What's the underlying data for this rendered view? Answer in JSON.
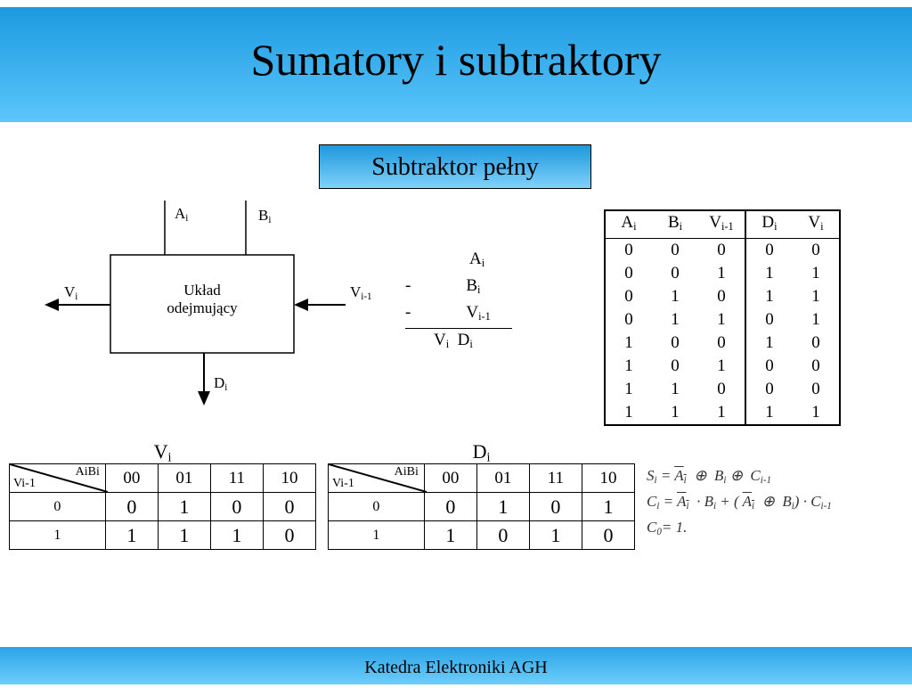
{
  "title": "Sumatory i subtraktory",
  "subtitle": "Subtraktor pełny",
  "footer": "Katedra Elektroniki AGH",
  "block": {
    "line1": "Układ",
    "line2": "odejmujący",
    "in_a": {
      "b": "A",
      "s": "i"
    },
    "in_b": {
      "b": "B",
      "s": "i"
    },
    "in_v": {
      "b": "V",
      "s": "i-1"
    },
    "out_v": {
      "b": "V",
      "s": "i"
    },
    "out_d": {
      "b": "D",
      "s": "i"
    }
  },
  "subtraction": {
    "minus": "-",
    "a": {
      "b": "A",
      "s": "i"
    },
    "b": {
      "b": "B",
      "s": "i"
    },
    "v": {
      "b": "V",
      "s": "i-1"
    },
    "rv": {
      "b": "V",
      "s": "i"
    },
    "rd": {
      "b": "D",
      "s": "i"
    }
  },
  "truth_table": {
    "headers": [
      {
        "b": "A",
        "s": "i"
      },
      {
        "b": "B",
        "s": "i"
      },
      {
        "b": "V",
        "s": "i-1"
      },
      {
        "b": "D",
        "s": "i"
      },
      {
        "b": "V",
        "s": "i"
      }
    ],
    "rows": [
      [
        "0",
        "0",
        "0",
        "0",
        "0"
      ],
      [
        "0",
        "0",
        "1",
        "1",
        "1"
      ],
      [
        "0",
        "1",
        "0",
        "1",
        "1"
      ],
      [
        "0",
        "1",
        "1",
        "0",
        "1"
      ],
      [
        "1",
        "0",
        "0",
        "1",
        "0"
      ],
      [
        "1",
        "0",
        "1",
        "0",
        "0"
      ],
      [
        "1",
        "1",
        "0",
        "0",
        "0"
      ],
      [
        "1",
        "1",
        "1",
        "1",
        "1"
      ]
    ]
  },
  "kmaps": [
    {
      "title": {
        "b": "V",
        "s": "i"
      },
      "col_var": "AiBi",
      "row_var": "Vi-1",
      "cols": [
        "00",
        "01",
        "11",
        "10"
      ],
      "rows": [
        {
          "h": "0",
          "v": [
            "0",
            "1",
            "0",
            "0"
          ]
        },
        {
          "h": "1",
          "v": [
            "1",
            "1",
            "1",
            "0"
          ]
        }
      ]
    },
    {
      "title": {
        "b": "D",
        "s": "i"
      },
      "col_var": "AiBi",
      "row_var": "Vi-1",
      "cols": [
        "00",
        "01",
        "11",
        "10"
      ],
      "rows": [
        {
          "h": "0",
          "v": [
            "0",
            "1",
            "0",
            "1"
          ]
        },
        {
          "h": "1",
          "v": [
            "1",
            "0",
            "1",
            "0"
          ]
        }
      ]
    }
  ],
  "equations": [
    [
      {
        "t": "S"
      },
      {
        "s": "i"
      },
      {
        "t": " = "
      },
      {
        "o": "A",
        "os": "i"
      },
      {
        "t": "  ⊕  B"
      },
      {
        "s": "i"
      },
      {
        "t": " ⊕  C"
      },
      {
        "s": "i-1"
      }
    ],
    [
      {
        "t": "C"
      },
      {
        "s": "i"
      },
      {
        "t": " = "
      },
      {
        "o": "A",
        "os": "i"
      },
      {
        "t": "  · B"
      },
      {
        "s": "i"
      },
      {
        "t": " + ( "
      },
      {
        "o": "A",
        "os": "i"
      },
      {
        "t": "  ⊕  B"
      },
      {
        "s": "i"
      },
      {
        "t": ") · C"
      },
      {
        "s": "i-1"
      }
    ],
    [
      {
        "t": "C"
      },
      {
        "s": "0"
      },
      {
        "t": "= 1."
      }
    ]
  ]
}
